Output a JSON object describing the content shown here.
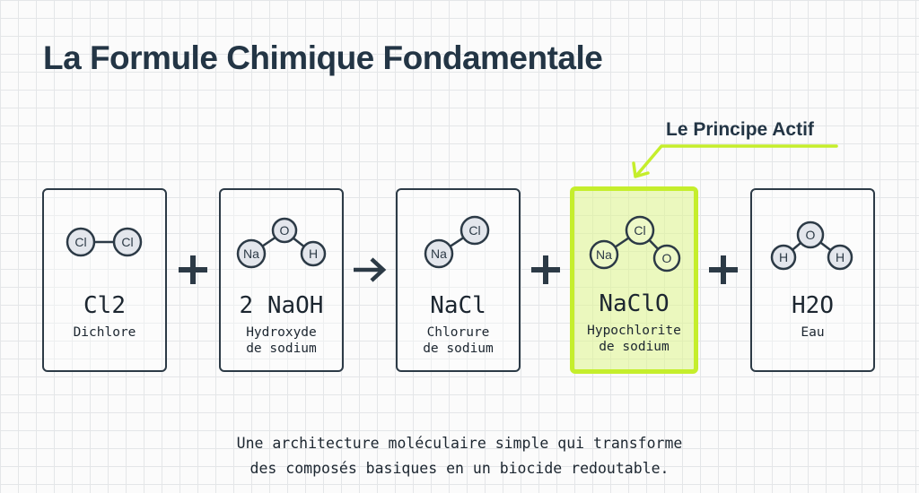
{
  "title": "La Formule Chimique Fondamentale",
  "highlight_label": "Le Principe Actif",
  "colors": {
    "text": "#233545",
    "accent": "#c5ee2c",
    "accent_fill": "#eef9c8"
  },
  "cards": [
    {
      "formula": "Cl2",
      "name_lines": [
        "Dichlore"
      ],
      "atoms": [
        "Cl",
        "Cl"
      ]
    },
    {
      "formula": "2 NaOH",
      "name_lines": [
        "Hydroxyde",
        "de sodium"
      ],
      "atoms": [
        "Na",
        "O",
        "H"
      ]
    },
    {
      "formula": "NaCl",
      "name_lines": [
        "Chlorure",
        "de sodium"
      ],
      "atoms": [
        "Na",
        "Cl"
      ]
    },
    {
      "formula": "NaClO",
      "name_lines": [
        "Hypochlorite",
        "de sodium"
      ],
      "atoms": [
        "Na",
        "Cl",
        "O"
      ],
      "highlighted": true
    },
    {
      "formula": "H2O",
      "name_lines": [
        "Eau"
      ],
      "atoms": [
        "H",
        "O",
        "H"
      ]
    }
  ],
  "operators": [
    "plus-icon",
    "arrow-right-icon",
    "plus-icon",
    "plus-icon"
  ],
  "caption_lines": [
    "Une architecture moléculaire simple qui transforme",
    "des composés basiques en un biocide redoutable."
  ]
}
